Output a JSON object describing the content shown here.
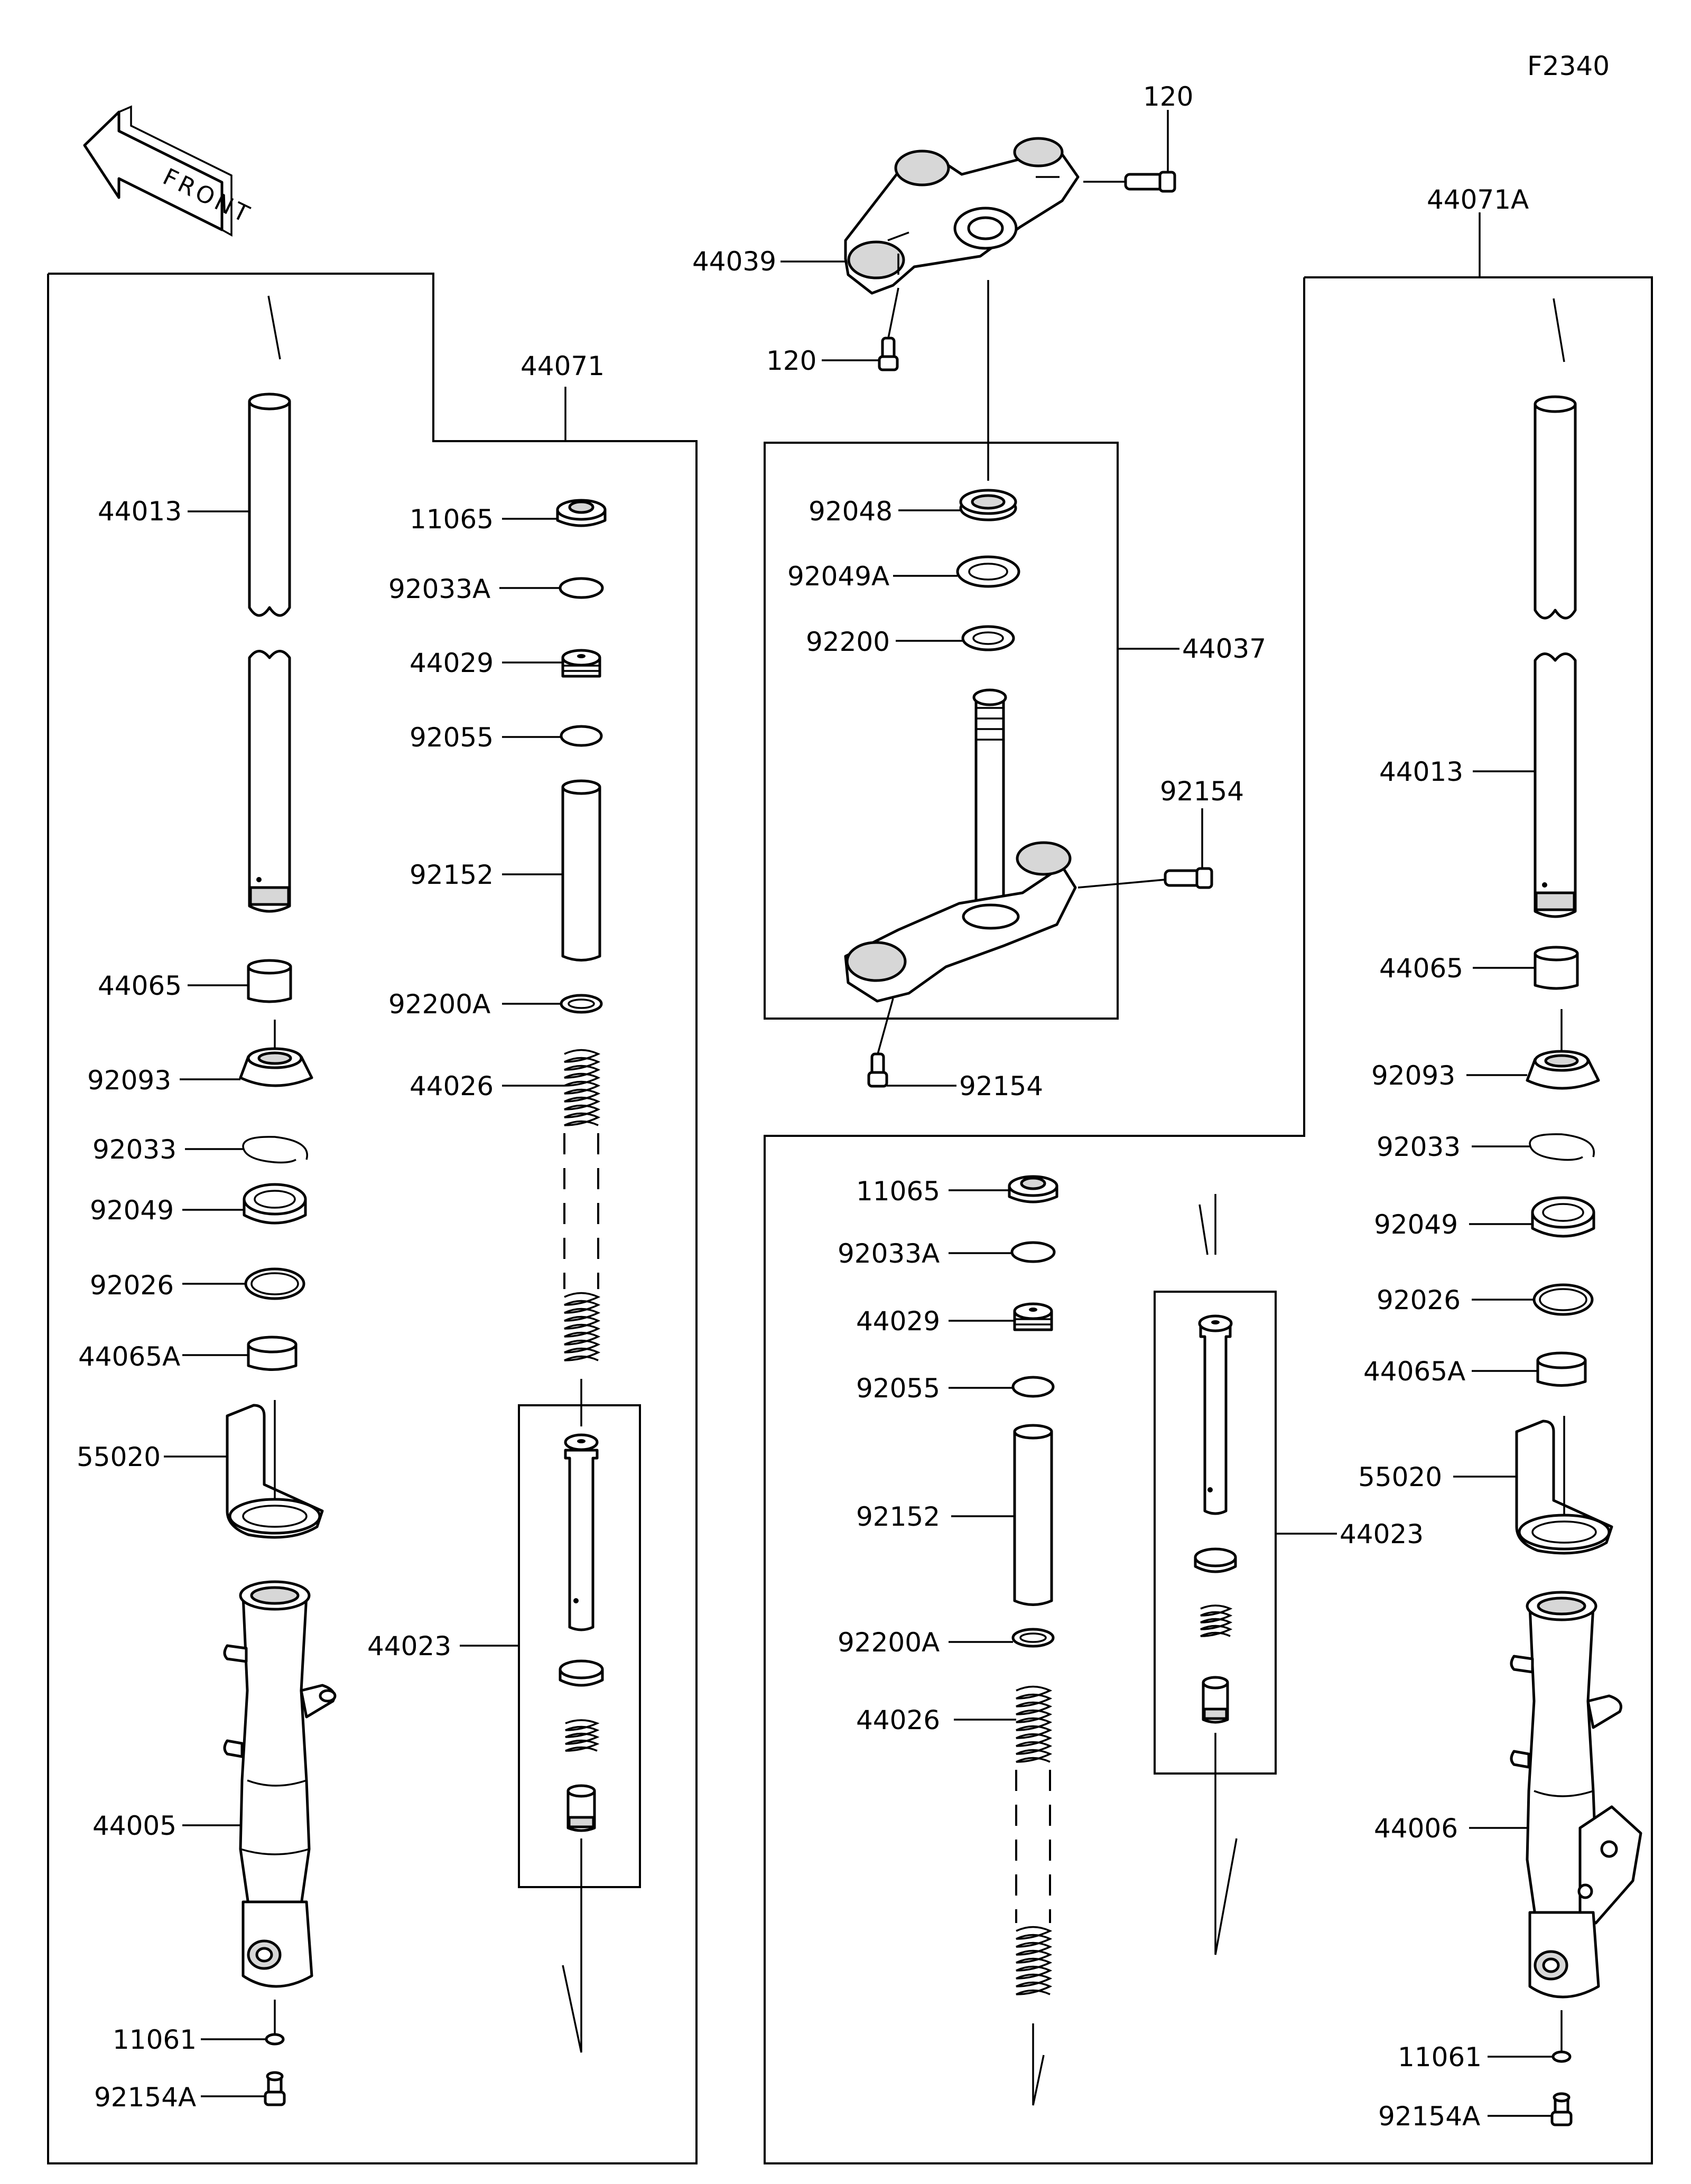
{
  "diagram_code": "F2340",
  "front_arrow_label": "FRONT",
  "labels": {
    "left_assembly": "44071",
    "right_assembly": "44071A",
    "steering_stem_assembly": "44037",
    "upper_bracket": "44039",
    "bolt_upper_right": "120",
    "bolt_upper_left": "120",
    "stem_head_nut": "92048",
    "stem_oil_seal": "92049A",
    "stem_washer": "92200",
    "stem_bolt_right": "92154",
    "stem_bolt_bottom": "92154",
    "l_inner_tube": "44013",
    "l_guide_bush_upper": "44065",
    "l_dust_seal": "92093",
    "l_circlip": "92033",
    "l_oil_seal": "92049",
    "l_washer": "92026",
    "l_guide_bush_lower": "44065A",
    "l_cover": "55020",
    "l_outer_tube": "44005",
    "l_gasket": "11061",
    "l_bottom_bolt": "92154A",
    "l_top_plug": "11065",
    "l_oring": "92033A",
    "l_cap": "44029",
    "l_oring_small": "92055",
    "l_spacer": "92152",
    "l_washer_spring": "92200A",
    "l_spring": "44026",
    "l_damper_rod": "44023",
    "r_top_plug": "11065",
    "r_oring": "92033A",
    "r_cap": "44029",
    "r_oring_small": "92055",
    "r_spacer": "92152",
    "r_washer_spring": "92200A",
    "r_spring": "44026",
    "r_damper_rod": "44023",
    "r_inner_tube": "44013",
    "r_guide_bush_upper": "44065",
    "r_dust_seal": "92093",
    "r_circlip": "92033",
    "r_oil_seal": "92049",
    "r_washer": "92026",
    "r_guide_bush_lower": "44065A",
    "r_cover": "55020",
    "r_outer_tube": "44006",
    "r_gasket": "11061",
    "r_bottom_bolt": "92154A"
  }
}
